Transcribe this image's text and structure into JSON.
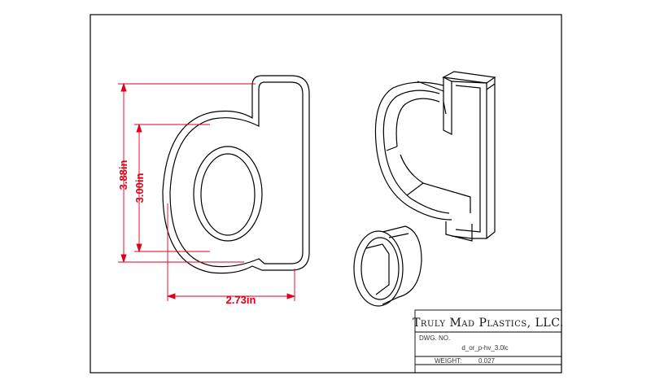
{
  "dimensions": {
    "overall_height": "3.88in",
    "inner_height": "3.00in",
    "width": "2.73in"
  },
  "title_block": {
    "company": "Truly Mad Plastics, LLC.",
    "dwg_no_label": "DWG. NO.",
    "dwg_no_value": "d_or_p-hv_3.0lc",
    "weight_label": "WEIGHT:",
    "weight_value": "0.027"
  },
  "colors": {
    "dimension": "#e0001b",
    "line": "#000000"
  }
}
